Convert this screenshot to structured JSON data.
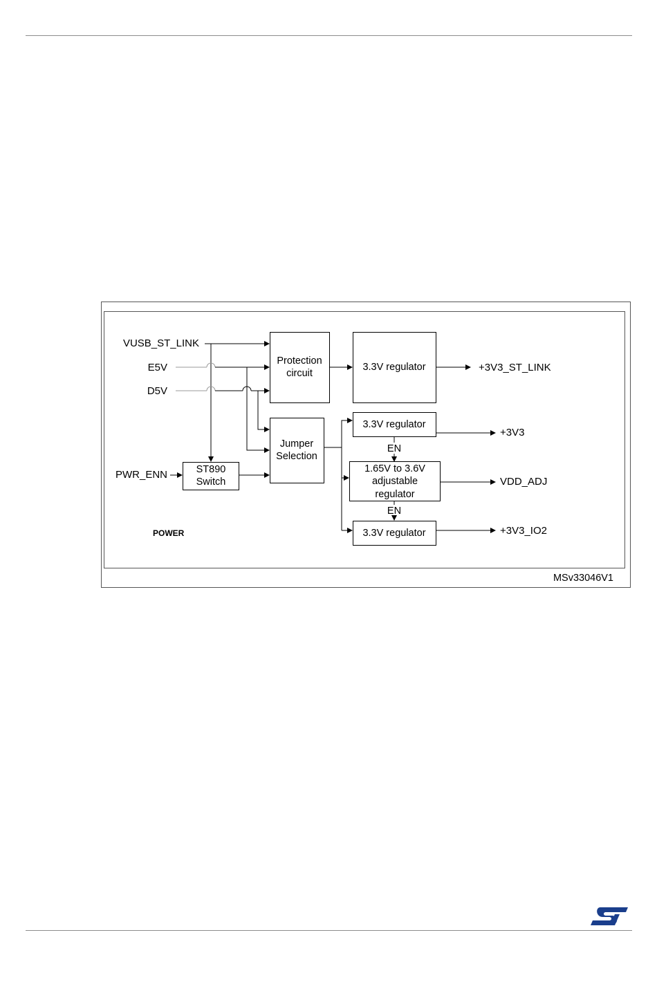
{
  "diagram": {
    "section_label": "POWER",
    "figure_id": "MSv33046V1",
    "inputs": {
      "vusb": "VUSB_ST_LINK",
      "e5v": "E5V",
      "d5v": "D5V",
      "pwr_enn": "PWR_ENN"
    },
    "blocks": {
      "protection": [
        "Protection",
        "circuit"
      ],
      "reg_stlink": "3.3V regulator",
      "switch": [
        "ST890",
        "Switch"
      ],
      "jumper": [
        "Jumper",
        "Selection"
      ],
      "reg_3v3": "3.3V regulator",
      "adj_reg": [
        "1.65V to 3.6V",
        "adjustable",
        "regulator"
      ],
      "reg_io2": "3.3V regulator"
    },
    "enable_labels": [
      "EN",
      "EN"
    ],
    "outputs": {
      "stlink": "+3V3_ST_LINK",
      "v3v3": "+3V3",
      "vdd_adj": "VDD_ADJ",
      "io2": "+3V3_IO2"
    }
  },
  "footer": {
    "logo_icon": "st-logo-icon",
    "logo_color": "#1a3e8c"
  }
}
